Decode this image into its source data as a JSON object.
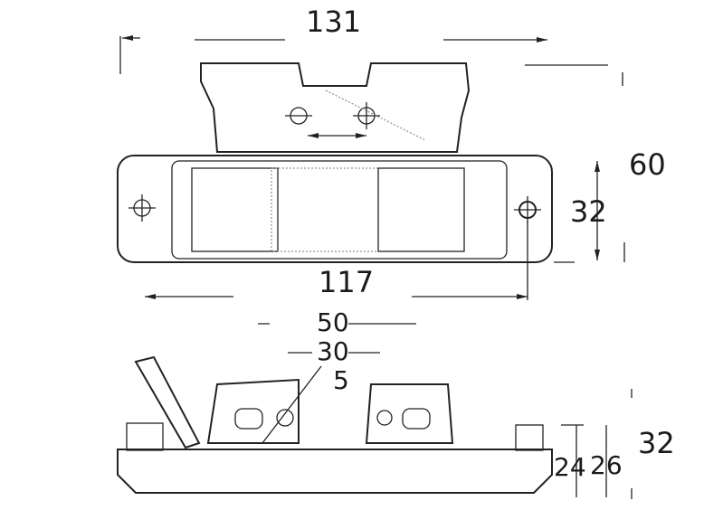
{
  "drawing": {
    "top_view": {
      "overall_width": "131",
      "height": "60",
      "lens_height": "32",
      "mount_spacing": "117"
    },
    "side_view": {
      "dim_50": "50",
      "dim_30": "30",
      "dim_5": "5",
      "dim_24": "24",
      "dim_26": "26",
      "dim_32": "32"
    }
  }
}
